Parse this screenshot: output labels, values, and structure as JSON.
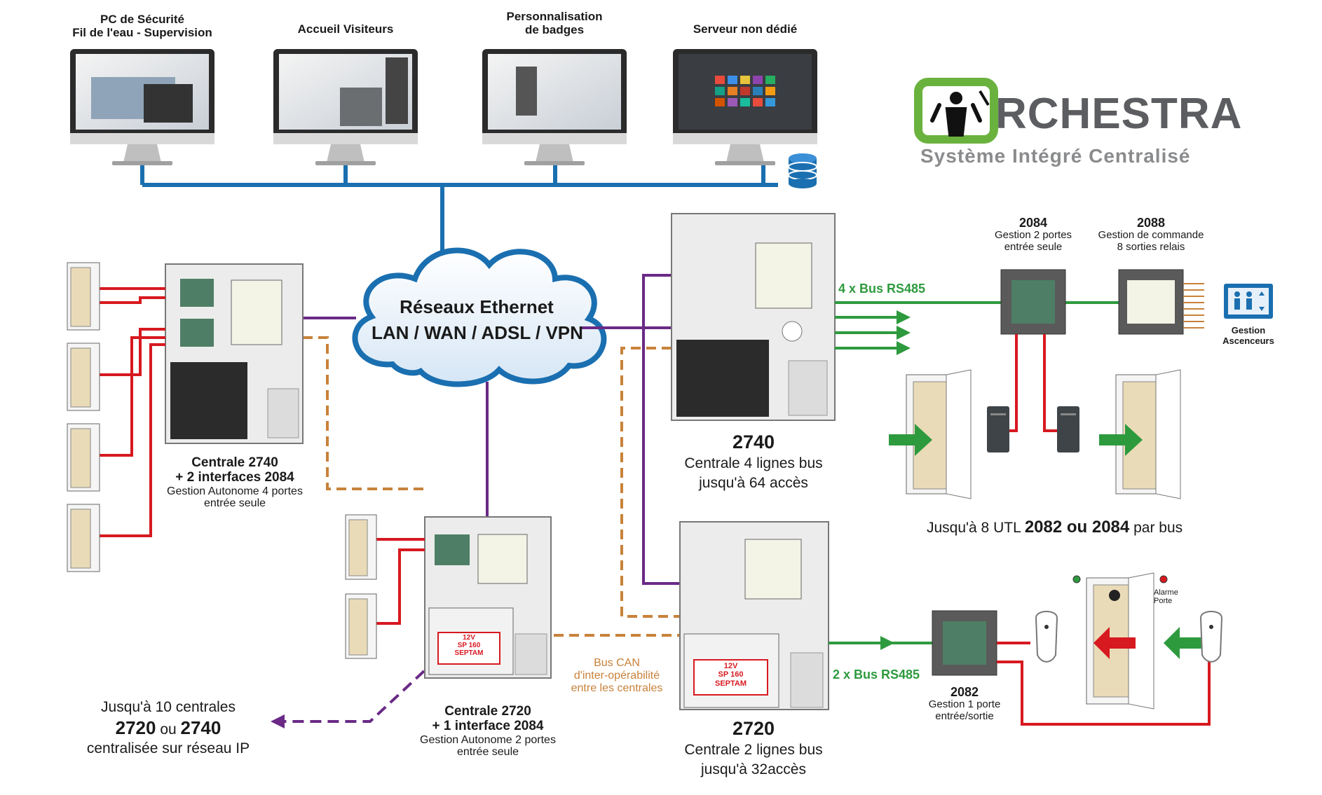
{
  "monitors": [
    {
      "label1": "PC de Sécurité",
      "label2": "Fil de l'eau - Supervision"
    },
    {
      "label1": "Accueil Visiteurs",
      "label2": ""
    },
    {
      "label1": "Personnalisation",
      "label2": "de badges"
    },
    {
      "label1": "Serveur non dédié",
      "label2": ""
    }
  ],
  "logo": {
    "brand": "RCHESTRA",
    "tagline": "Système Intégré Centralisé"
  },
  "cloud": {
    "line1": "Réseaux Ethernet",
    "line2": "LAN / WAN / ADSL / VPN"
  },
  "central_left": {
    "title": "Centrale 2740",
    "subtitle": "+ 2 interfaces 2084",
    "desc1": "Gestion Autonome 4 portes",
    "desc2": "entrée seule"
  },
  "central_2740": {
    "model": "2740",
    "desc1": "Centrale 4 lignes bus",
    "desc2": "jusqu'à 64 accès"
  },
  "central_2720_mid": {
    "title": "Centrale 2720",
    "subtitle": "+ 1 interface 2084",
    "desc1": "Gestion Autonome 2 portes",
    "desc2": "entrée seule"
  },
  "central_2720": {
    "model": "2720",
    "desc1": "Centrale 2 lignes bus",
    "desc2": "jusqu'à 32accès"
  },
  "battery": {
    "line1": "12V",
    "line2": "SP 160",
    "brand": "SEPTAM"
  },
  "bus_rs485_4": "4 x Bus RS485",
  "bus_rs485_2": "2 x Bus RS485",
  "bus_can": {
    "line1": "Bus CAN",
    "line2": "d'inter-opérabilité",
    "line3": "entre les centrales"
  },
  "module_2084": {
    "model": "2084",
    "desc1": "Gestion 2 portes",
    "desc2": "entrée seule"
  },
  "module_2088": {
    "model": "2088",
    "desc1": "Gestion de commande",
    "desc2": "8 sorties relais"
  },
  "elevator": {
    "line1": "Gestion",
    "line2": "Ascenceurs"
  },
  "utl": {
    "prefix": "Jusqu'à 8 UTL ",
    "m1": "2082",
    "mid": " ou ",
    "m2": "2084",
    "suffix": " par bus"
  },
  "module_2082": {
    "model": "2082",
    "desc1": "Gestion 1 porte",
    "desc2": "entrée/sortie"
  },
  "alarm": {
    "line1": "Alarme",
    "line2": "Porte"
  },
  "centralized": {
    "line1": "Jusqu'à 10 centrales",
    "m1": "2720",
    "mid": " ou ",
    "m2": "2740",
    "line3": "centralisée sur réseau IP"
  },
  "colors": {
    "ethernet": "#1a6fb0",
    "purple": "#6a2a86",
    "red": "#d71920",
    "green": "#2e9a3e",
    "orange": "#c8823a",
    "logo_green": "#6ab23e",
    "logo_gray": "#6d6e71"
  }
}
